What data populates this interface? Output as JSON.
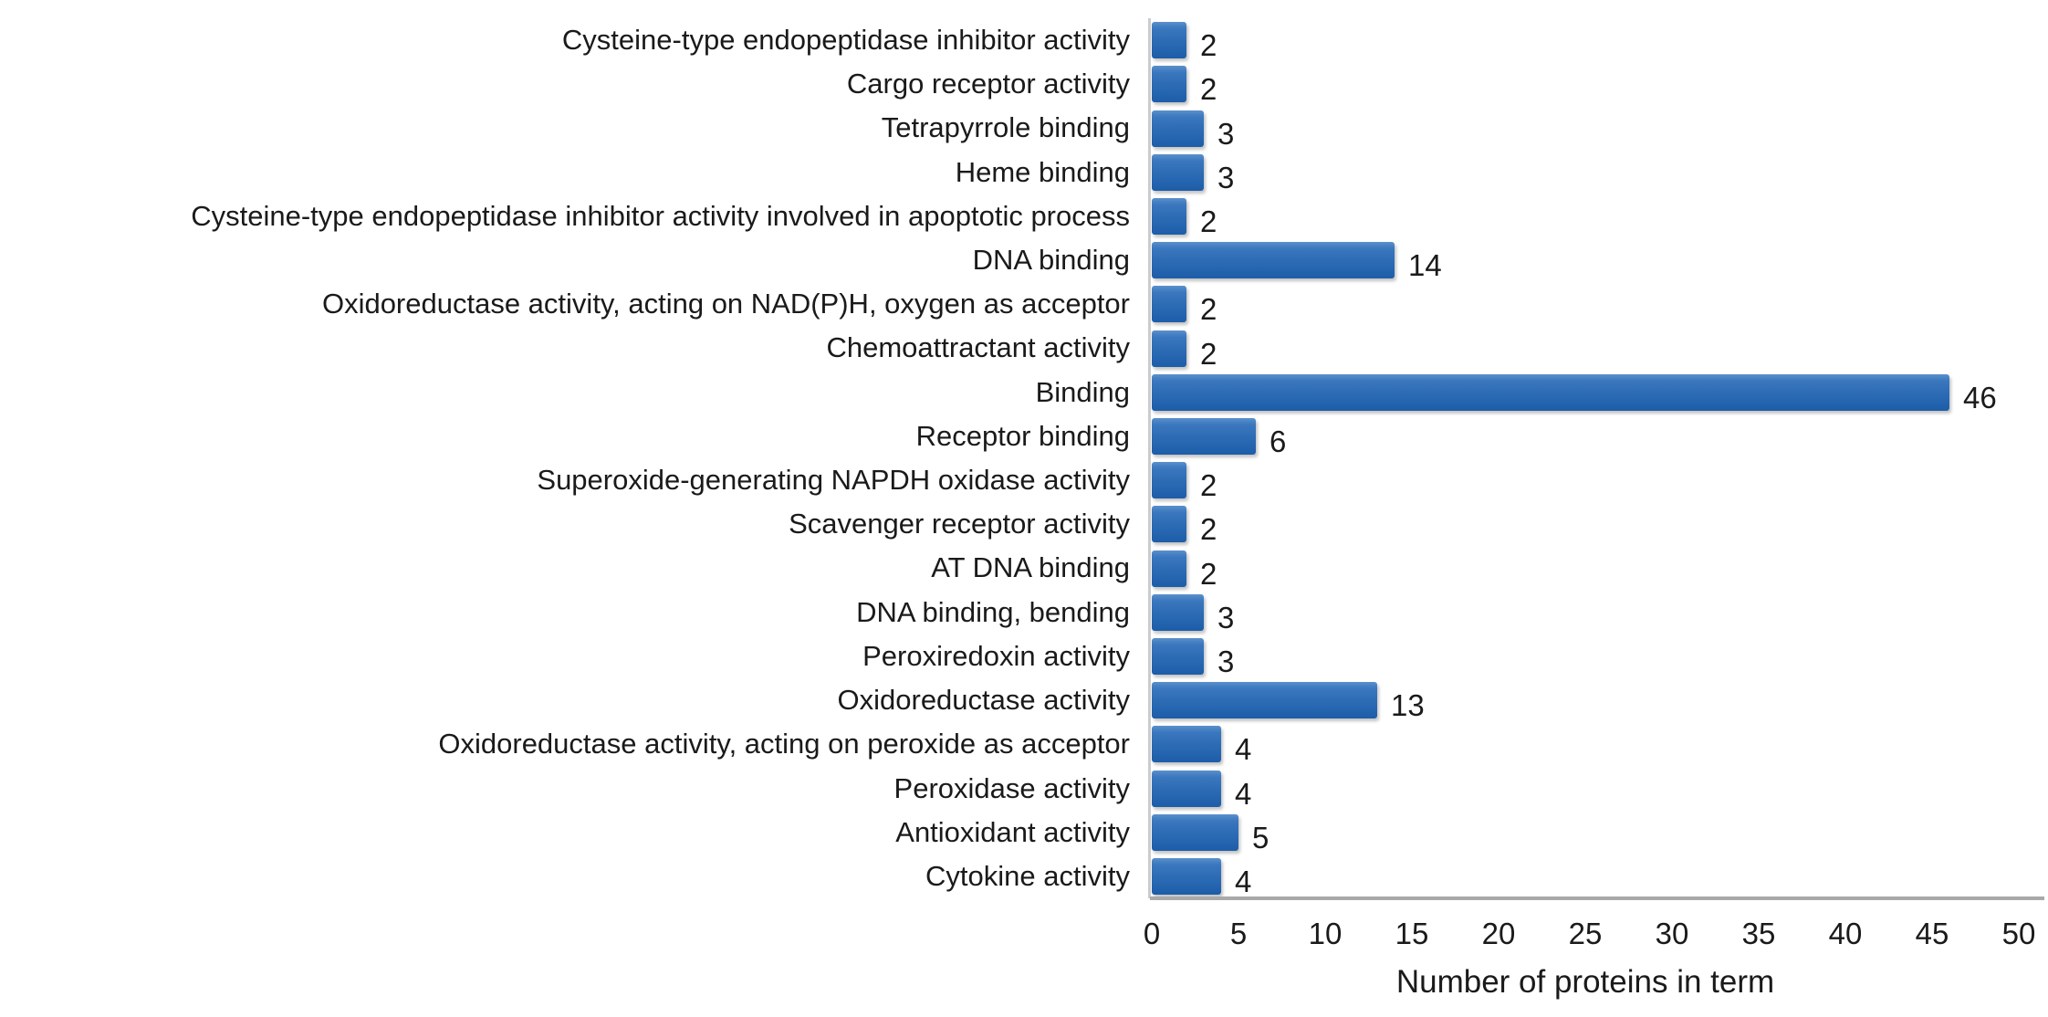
{
  "chart_data": {
    "type": "bar",
    "orientation": "horizontal",
    "title": "",
    "xlabel": "Number of proteins in term",
    "ylabel": "",
    "xlim": [
      0,
      50
    ],
    "x_ticks": [
      0,
      5,
      10,
      15,
      20,
      25,
      30,
      35,
      40,
      45,
      50
    ],
    "grid": false,
    "legend": false,
    "value_labels_shown": true,
    "categories": [
      "Cysteine-type endopeptidase inhibitor activity",
      "Cargo receptor activity",
      "Tetrapyrrole binding",
      "Heme binding",
      "Cysteine-type endopeptidase inhibitor activity involved in apoptotic process",
      "DNA binding",
      "Oxidoreductase activity, acting on NAD(P)H, oxygen as acceptor",
      "Chemoattractant activity",
      "Binding",
      "Receptor binding",
      "Superoxide-generating NAPDH oxidase activity",
      "Scavenger receptor activity",
      "AT DNA binding",
      "DNA binding, bending",
      "Peroxiredoxin activity",
      "Oxidoreductase activity",
      "Oxidoreductase activity, acting on peroxide as acceptor",
      "Peroxidase activity",
      "Antioxidant activity",
      "Cytokine activity"
    ],
    "values": [
      2,
      2,
      3,
      3,
      2,
      14,
      2,
      2,
      46,
      6,
      2,
      2,
      2,
      3,
      3,
      13,
      4,
      4,
      5,
      4
    ],
    "colors": {
      "bar_body": "#2e6db6",
      "bar_gradient_top": "#5b90cc",
      "bar_gradient_upper": "#3a77be",
      "bar_gradient_bottom": "#1d5da9",
      "axis_line": "#a9a9a9",
      "left_axis_line": "#cccccc",
      "text": "#1a1a1a",
      "background": "#ffffff"
    }
  }
}
